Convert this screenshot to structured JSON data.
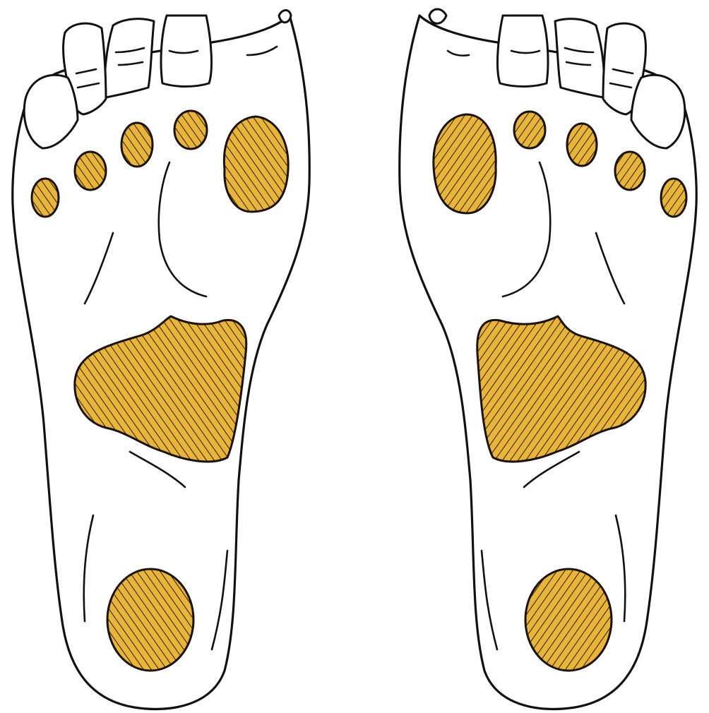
{
  "figure": {
    "zone_color": "#E8B43A",
    "hatch_color": "#2a1c08",
    "outline_color": "#111111",
    "background": "#ffffff",
    "feet": [
      {
        "side": "left",
        "zones": [
          "toe-pad-5",
          "toe-pad-4",
          "toe-pad-3",
          "toe-pad-2",
          "ball-of-foot",
          "midfoot",
          "heel"
        ]
      },
      {
        "side": "right",
        "zones": [
          "ball-of-foot",
          "toe-pad-2",
          "toe-pad-3",
          "toe-pad-4",
          "toe-pad-5",
          "midfoot",
          "heel"
        ]
      }
    ]
  }
}
